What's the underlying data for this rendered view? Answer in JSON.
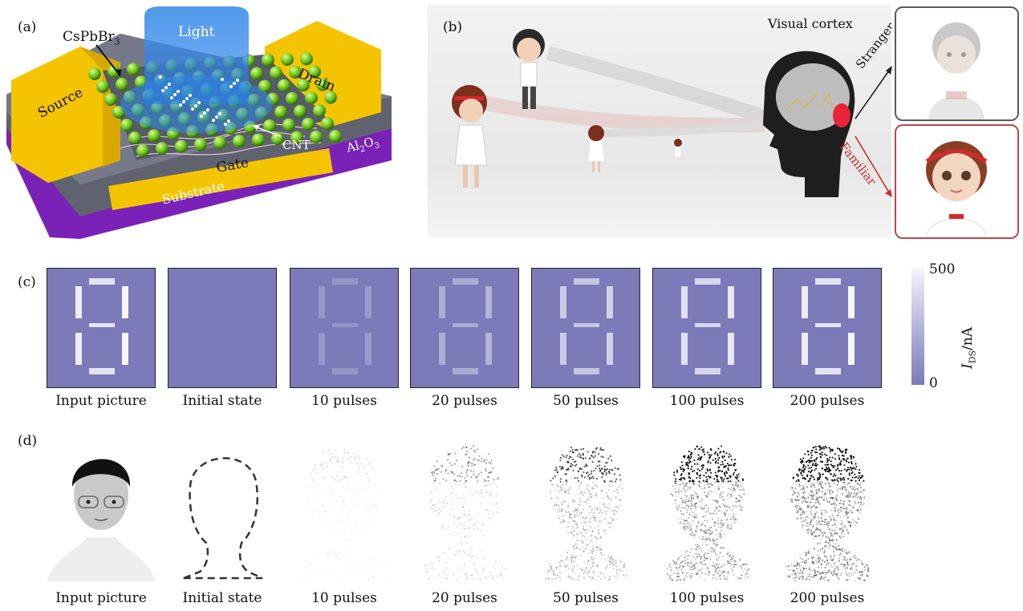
{
  "panels": {
    "a": {
      "letter": "(a)",
      "labels": {
        "light": "Light",
        "material_base": "CsPbBr",
        "material_sub": "3",
        "source": "Source",
        "drain": "Drain",
        "cnt": "CNT",
        "dielectric_base": "Al",
        "dielectric_sub1": "2",
        "dielectric_mid": "O",
        "dielectric_sub2": "3",
        "gate": "Gate",
        "substrate": "Substrate"
      },
      "colors": {
        "electrode": "#f5c400",
        "substrate": "#7a22b8",
        "dielectric": "#5f6270",
        "light": "#3d8fe6",
        "crystal": "#7fd21f"
      }
    },
    "b": {
      "letter": "(b)",
      "labels": {
        "visual_cortex": "Visual cortex",
        "stranger": "Stranger",
        "familiar": "Familiar"
      },
      "colors": {
        "familiar": "#d42a2a",
        "stranger": "#222222",
        "cortex_spot": "#e8233a"
      }
    },
    "c": {
      "letter": "(c)",
      "captions": [
        "Input picture",
        "Initial state",
        "10 pulses",
        "20 pulses",
        "50 pulses",
        "100 pulses",
        "200 pulses"
      ],
      "segment_strength": [
        1.0,
        0.0,
        0.25,
        0.45,
        0.7,
        0.88,
        1.0
      ],
      "colorbar": {
        "max_label": "500",
        "min_label": "0",
        "label_base": "I",
        "label_sub": "DS",
        "label_unit": "/nA",
        "low_color": "#7c7ab8",
        "high_color": "#f6f6fd"
      }
    },
    "d": {
      "letter": "(d)",
      "captions": [
        "Input picture",
        "Initial state",
        "10 pulses",
        "20 pulses",
        "50 pulses",
        "100 pulses",
        "200 pulses"
      ],
      "image_density": [
        1.0,
        0.0,
        0.12,
        0.3,
        0.55,
        0.78,
        0.95
      ]
    }
  }
}
